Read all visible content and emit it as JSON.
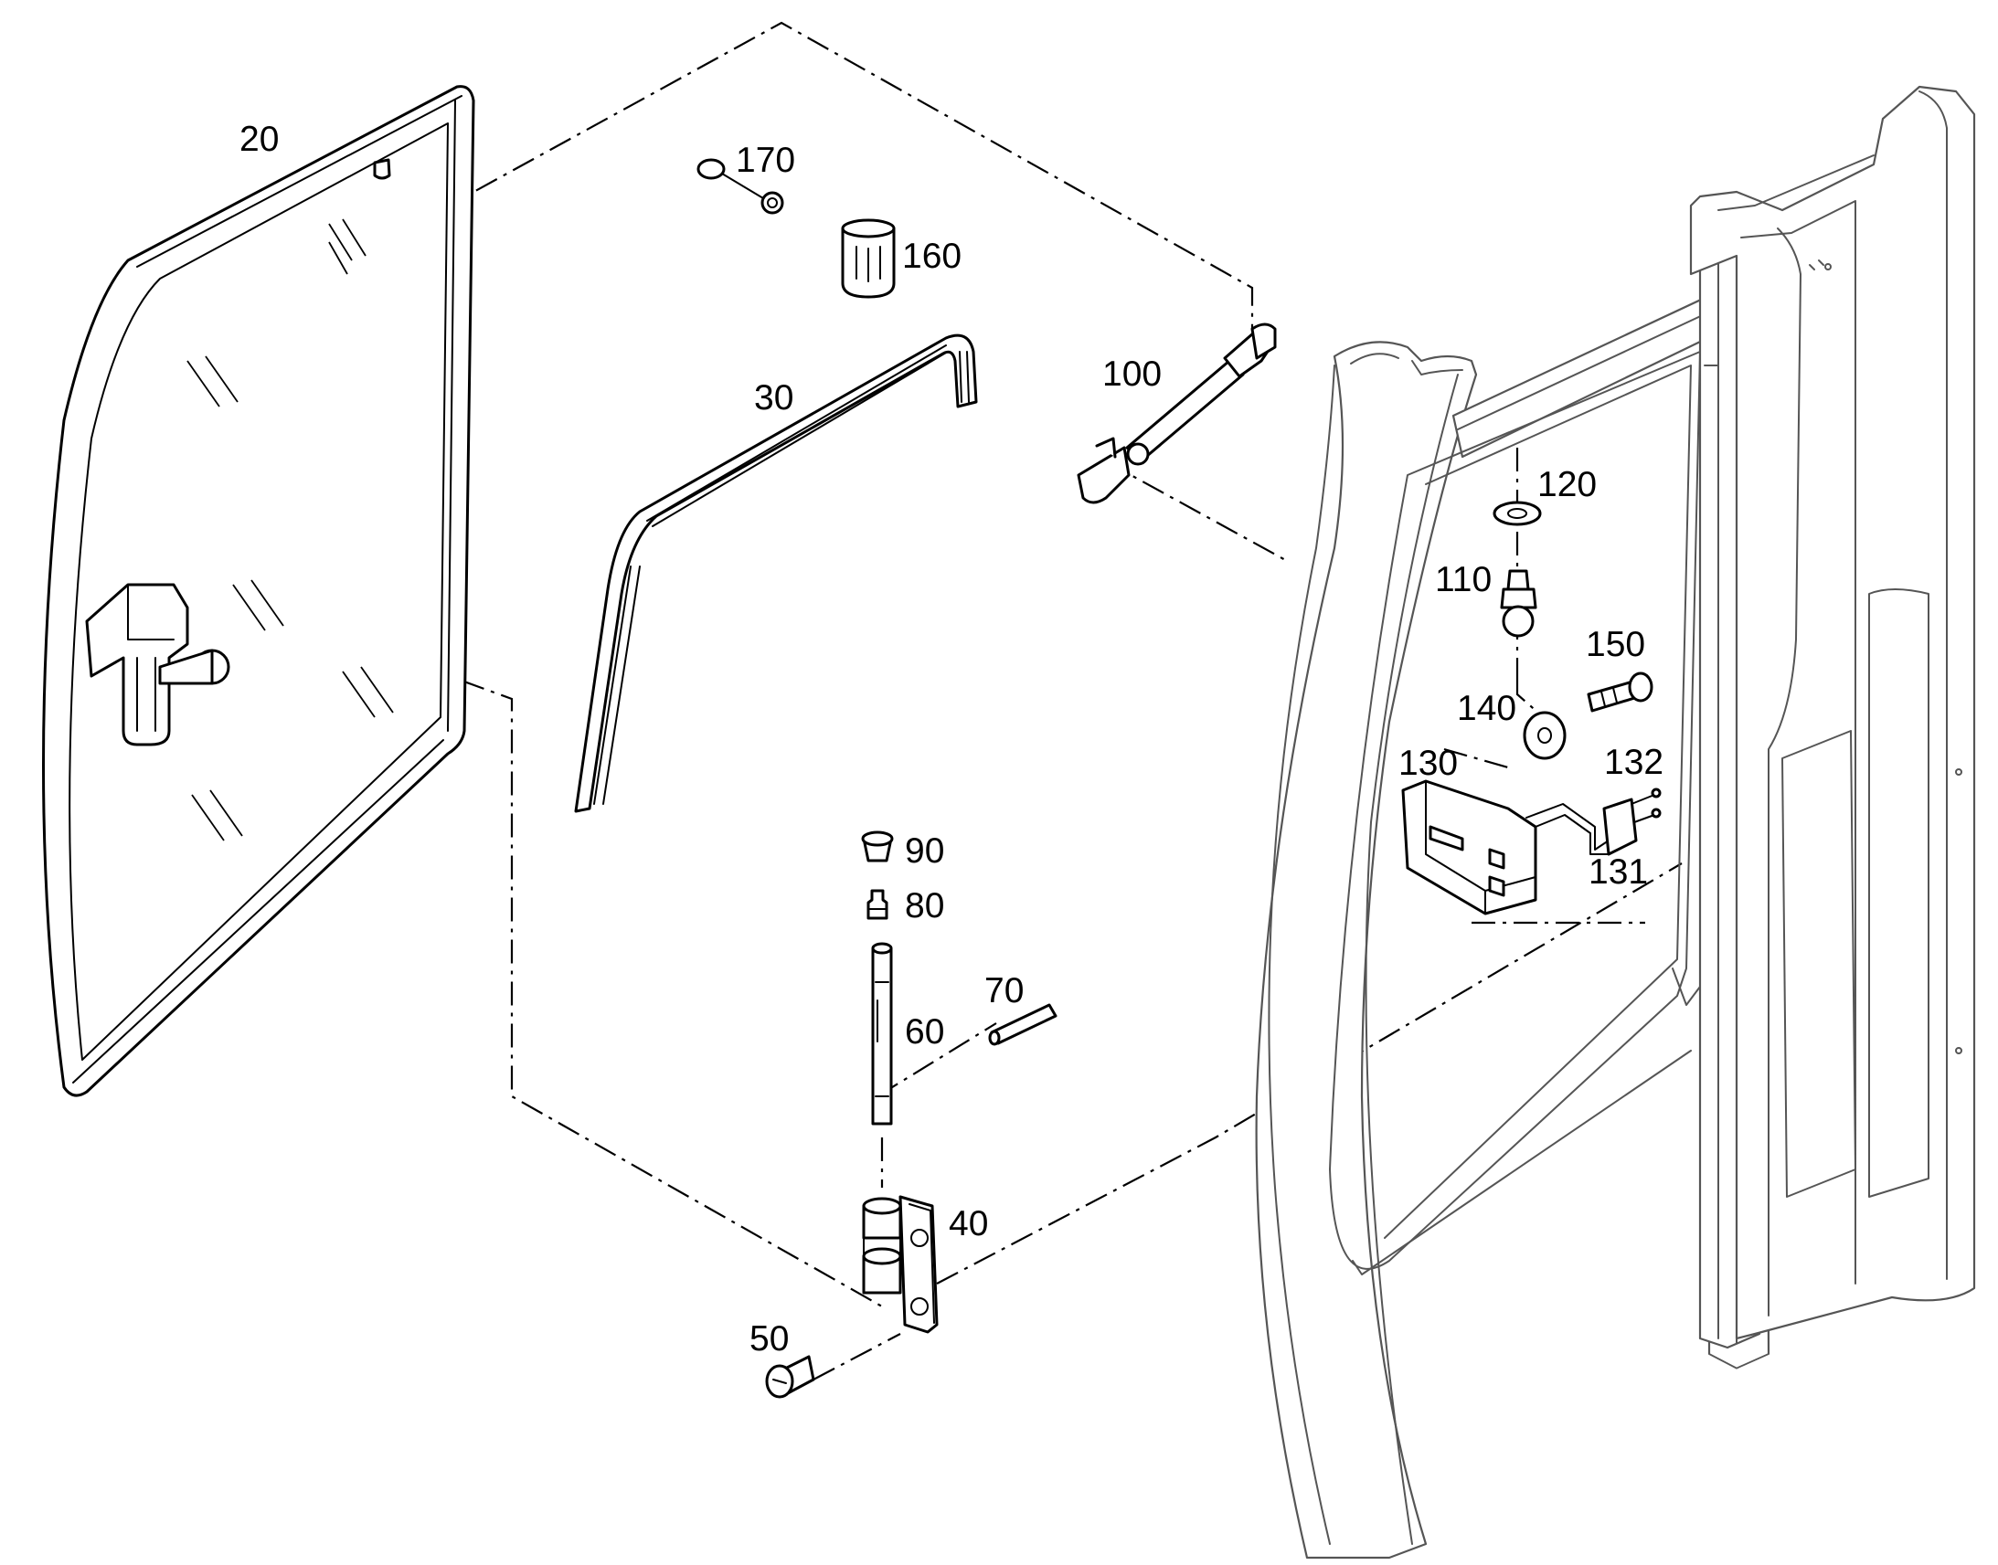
{
  "diagram": {
    "callouts": {
      "p20": "20",
      "p30": "30",
      "p40": "40",
      "p50": "50",
      "p60": "60",
      "p70": "70",
      "p80": "80",
      "p90": "90",
      "p100": "100",
      "p110": "110",
      "p120": "120",
      "p130": "130",
      "p131": "131",
      "p132": "132",
      "p140": "140",
      "p150": "150",
      "p160": "160",
      "p170": "170"
    }
  }
}
